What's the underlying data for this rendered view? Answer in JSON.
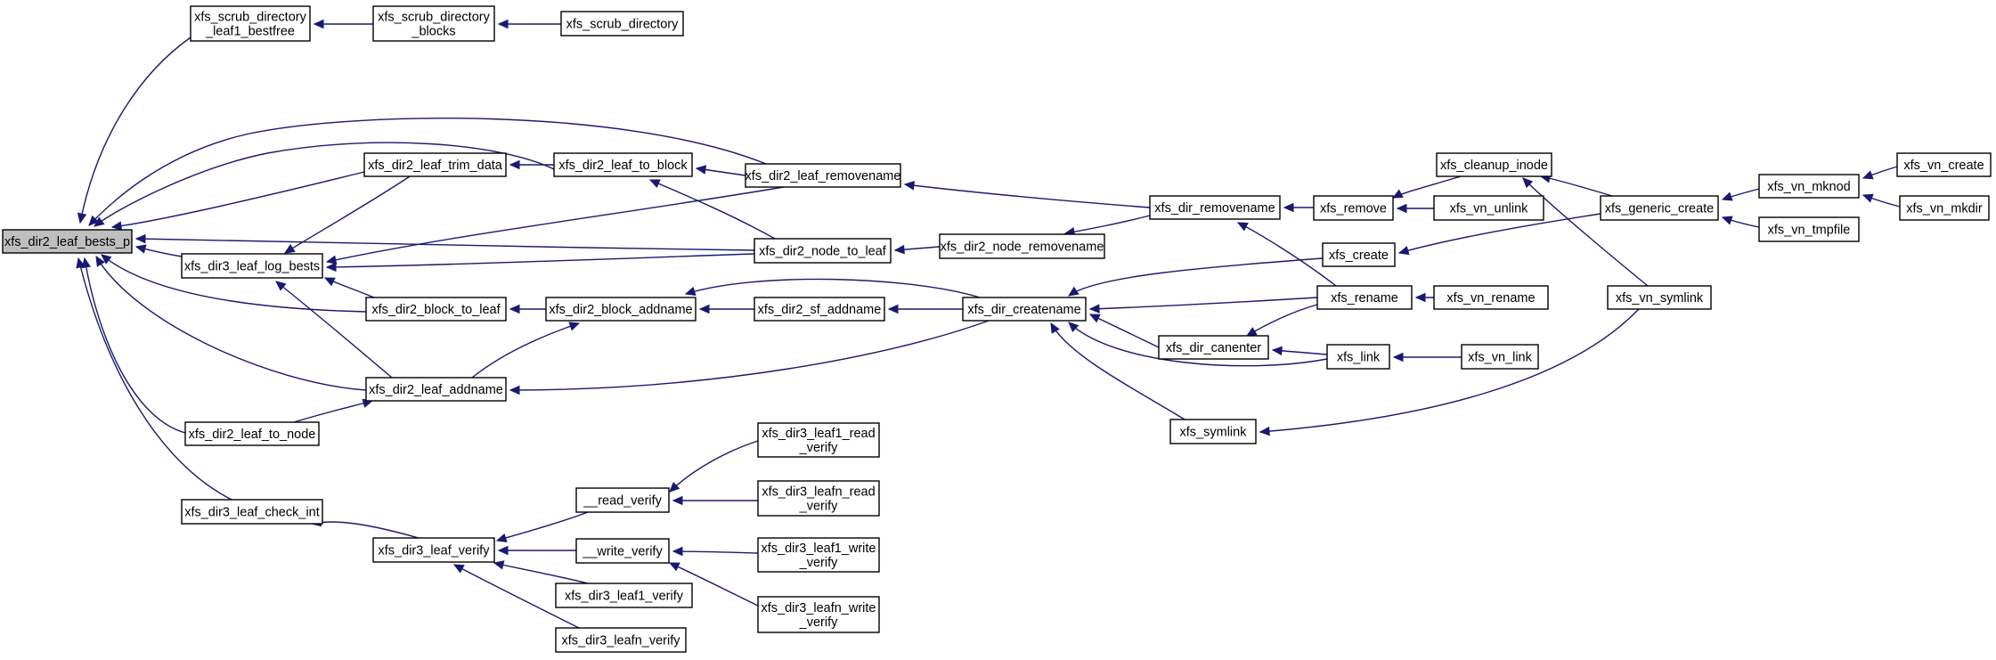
{
  "colors": {
    "edge": "#191970",
    "node_fill": "#ffffff",
    "root_fill": "#bfbfbf",
    "node_stroke": "#000000"
  },
  "graph": {
    "root": "bests_p",
    "nodes": [
      {
        "id": "bests_p",
        "lines": [
          "xfs_dir2_leaf_bests_p"
        ]
      },
      {
        "id": "scrub_l1_bestfree",
        "lines": [
          "xfs_scrub_directory",
          "_leaf1_bestfree"
        ]
      },
      {
        "id": "scrub_blocks",
        "lines": [
          "xfs_scrub_directory",
          "_blocks"
        ]
      },
      {
        "id": "scrub_dir",
        "lines": [
          "xfs_scrub_directory"
        ]
      },
      {
        "id": "leaf_trim",
        "lines": [
          "xfs_dir2_leaf_trim_data"
        ]
      },
      {
        "id": "leaf_to_block",
        "lines": [
          "xfs_dir2_leaf_to_block"
        ]
      },
      {
        "id": "leaf_removename",
        "lines": [
          "xfs_dir2_leaf_removename"
        ]
      },
      {
        "id": "dir_removename",
        "lines": [
          "xfs_dir_removename"
        ]
      },
      {
        "id": "node_to_leaf",
        "lines": [
          "xfs_dir2_node_to_leaf"
        ]
      },
      {
        "id": "node_removename",
        "lines": [
          "xfs_dir2_node_removename"
        ]
      },
      {
        "id": "log_bests",
        "lines": [
          "xfs_dir3_leaf_log_bests"
        ]
      },
      {
        "id": "block_to_leaf",
        "lines": [
          "xfs_dir2_block_to_leaf"
        ]
      },
      {
        "id": "block_addname",
        "lines": [
          "xfs_dir2_block_addname"
        ]
      },
      {
        "id": "sf_addname",
        "lines": [
          "xfs_dir2_sf_addname"
        ]
      },
      {
        "id": "createname",
        "lines": [
          "xfs_dir_createname"
        ]
      },
      {
        "id": "leaf_addname",
        "lines": [
          "xfs_dir2_leaf_addname"
        ]
      },
      {
        "id": "leaf_to_node",
        "lines": [
          "xfs_dir2_leaf_to_node"
        ]
      },
      {
        "id": "check_int",
        "lines": [
          "xfs_dir3_leaf_check_int"
        ]
      },
      {
        "id": "leaf_verify",
        "lines": [
          "xfs_dir3_leaf_verify"
        ]
      },
      {
        "id": "read_verify",
        "lines": [
          "__read_verify"
        ]
      },
      {
        "id": "write_verify",
        "lines": [
          "__write_verify"
        ]
      },
      {
        "id": "leaf1_verify",
        "lines": [
          "xfs_dir3_leaf1_verify"
        ]
      },
      {
        "id": "leafn_verify",
        "lines": [
          "xfs_dir3_leafn_verify"
        ]
      },
      {
        "id": "leaf1_read",
        "lines": [
          "xfs_dir3_leaf1_read",
          "_verify"
        ]
      },
      {
        "id": "leafn_read",
        "lines": [
          "xfs_dir3_leafn_read",
          "_verify"
        ]
      },
      {
        "id": "leaf1_write",
        "lines": [
          "xfs_dir3_leaf1_write",
          "_verify"
        ]
      },
      {
        "id": "leafn_write",
        "lines": [
          "xfs_dir3_leafn_write",
          "_verify"
        ]
      },
      {
        "id": "remove",
        "lines": [
          "xfs_remove"
        ]
      },
      {
        "id": "cleanup_inode",
        "lines": [
          "xfs_cleanup_inode"
        ]
      },
      {
        "id": "vn_unlink",
        "lines": [
          "xfs_vn_unlink"
        ]
      },
      {
        "id": "create",
        "lines": [
          "xfs_create"
        ]
      },
      {
        "id": "rename",
        "lines": [
          "xfs_rename"
        ]
      },
      {
        "id": "vn_rename",
        "lines": [
          "xfs_vn_rename"
        ]
      },
      {
        "id": "canenter",
        "lines": [
          "xfs_dir_canenter"
        ]
      },
      {
        "id": "link",
        "lines": [
          "xfs_link"
        ]
      },
      {
        "id": "vn_link",
        "lines": [
          "xfs_vn_link"
        ]
      },
      {
        "id": "symlink",
        "lines": [
          "xfs_symlink"
        ]
      },
      {
        "id": "generic_create",
        "lines": [
          "xfs_generic_create"
        ]
      },
      {
        "id": "vn_symlink",
        "lines": [
          "xfs_vn_symlink"
        ]
      },
      {
        "id": "vn_mknod",
        "lines": [
          "xfs_vn_mknod"
        ]
      },
      {
        "id": "vn_tmpfile",
        "lines": [
          "xfs_vn_tmpfile"
        ]
      },
      {
        "id": "vn_create",
        "lines": [
          "xfs_vn_create"
        ]
      },
      {
        "id": "vn_mkdir",
        "lines": [
          "xfs_vn_mkdir"
        ]
      }
    ],
    "edges": [
      [
        "scrub_l1_bestfree",
        "bests_p"
      ],
      [
        "scrub_blocks",
        "scrub_l1_bestfree"
      ],
      [
        "scrub_dir",
        "scrub_blocks"
      ],
      [
        "leaf_trim",
        "bests_p"
      ],
      [
        "leaf_to_block",
        "bests_p"
      ],
      [
        "leaf_removename",
        "bests_p"
      ],
      [
        "node_to_leaf",
        "bests_p"
      ],
      [
        "log_bests",
        "bests_p"
      ],
      [
        "block_to_leaf",
        "bests_p"
      ],
      [
        "leaf_addname",
        "bests_p"
      ],
      [
        "leaf_to_node",
        "bests_p"
      ],
      [
        "check_int",
        "bests_p"
      ],
      [
        "leaf_to_block",
        "leaf_trim"
      ],
      [
        "leaf_removename",
        "leaf_to_block"
      ],
      [
        "node_to_leaf",
        "leaf_to_block"
      ],
      [
        "dir_removename",
        "leaf_removename"
      ],
      [
        "node_removename",
        "node_to_leaf"
      ],
      [
        "dir_removename",
        "node_removename"
      ],
      [
        "leaf_trim",
        "log_bests"
      ],
      [
        "leaf_removename",
        "log_bests"
      ],
      [
        "node_to_leaf",
        "log_bests"
      ],
      [
        "block_to_leaf",
        "log_bests"
      ],
      [
        "leaf_addname",
        "log_bests"
      ],
      [
        "block_addname",
        "block_to_leaf"
      ],
      [
        "sf_addname",
        "block_addname"
      ],
      [
        "createname",
        "block_addname"
      ],
      [
        "createname",
        "sf_addname"
      ],
      [
        "leaf_addname",
        "block_addname"
      ],
      [
        "createname",
        "leaf_addname"
      ],
      [
        "leaf_to_node",
        "leaf_addname"
      ],
      [
        "leaf_verify",
        "check_int"
      ],
      [
        "read_verify",
        "leaf_verify"
      ],
      [
        "write_verify",
        "leaf_verify"
      ],
      [
        "leaf1_verify",
        "leaf_verify"
      ],
      [
        "leafn_verify",
        "leaf_verify"
      ],
      [
        "leaf1_read",
        "read_verify"
      ],
      [
        "leafn_read",
        "read_verify"
      ],
      [
        "leaf1_write",
        "write_verify"
      ],
      [
        "leafn_write",
        "write_verify"
      ],
      [
        "remove",
        "dir_removename"
      ],
      [
        "rename",
        "dir_removename"
      ],
      [
        "cleanup_inode",
        "remove"
      ],
      [
        "vn_unlink",
        "remove"
      ],
      [
        "create",
        "createname"
      ],
      [
        "rename",
        "createname"
      ],
      [
        "canenter",
        "createname"
      ],
      [
        "link",
        "createname"
      ],
      [
        "symlink",
        "createname"
      ],
      [
        "rename",
        "canenter"
      ],
      [
        "link",
        "canenter"
      ],
      [
        "vn_rename",
        "rename"
      ],
      [
        "vn_link",
        "link"
      ],
      [
        "vn_symlink",
        "symlink"
      ],
      [
        "generic_create",
        "create"
      ],
      [
        "generic_create",
        "cleanup_inode"
      ],
      [
        "vn_symlink",
        "cleanup_inode"
      ],
      [
        "vn_mknod",
        "generic_create"
      ],
      [
        "vn_tmpfile",
        "generic_create"
      ],
      [
        "vn_create",
        "vn_mknod"
      ],
      [
        "vn_mkdir",
        "vn_mknod"
      ]
    ]
  }
}
